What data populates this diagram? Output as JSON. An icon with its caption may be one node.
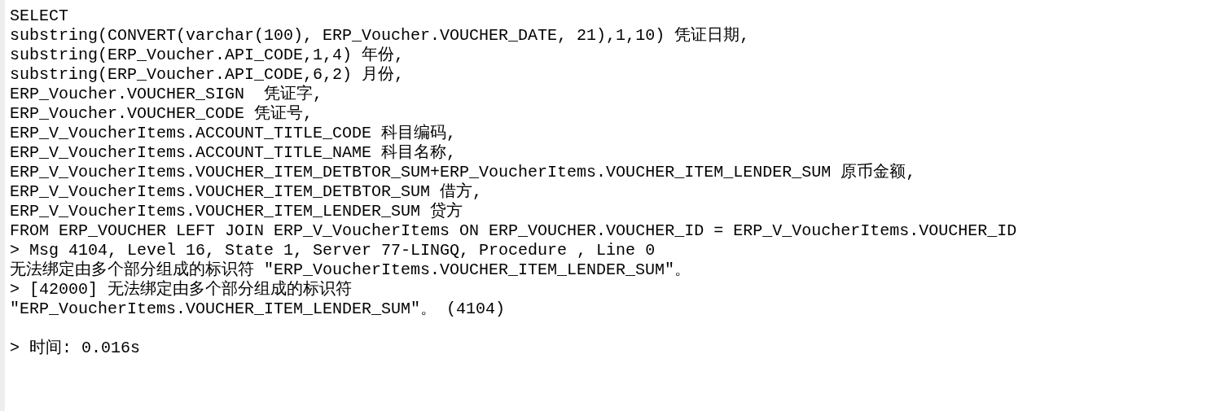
{
  "diagram": {
    "labels": [
      "SELECT",
      "substring(CONVERT(varchar(100), ERP_Voucher.VOUCHER_DATE, 21),1,10) 凭证日期,",
      "substring(ERP_Voucher.API_CODE,1,4) 年份,",
      "substring(ERP_Voucher.API_CODE,6,2) 月份,",
      "ERP_Voucher.VOUCHER_SIGN  凭证字,",
      "ERP_Voucher.VOUCHER_CODE 凭证号,",
      "ERP_V_VoucherItems.ACCOUNT_TITLE_CODE 科目编码,",
      "ERP_V_VoucherItems.ACCOUNT_TITLE_NAME 科目名称,",
      "ERP_V_VoucherItems.VOUCHER_ITEM_DETBTOR_SUM+ERP_VoucherItems.VOUCHER_ITEM_LENDER_SUM 原币金额,",
      "ERP_V_VoucherItems.VOUCHER_ITEM_DETBTOR_SUM 借方,",
      "ERP_V_VoucherItems.VOUCHER_ITEM_LENDER_SUM 贷方",
      "FROM ERP_VOUCHER LEFT JOIN ERP_V_VoucherItems ON ERP_VOUCHER.VOUCHER_ID = ERP_V_VoucherItems.VOUCHER_ID",
      "> Msg 4104, Level 16, State 1, Server 77-LINGQ, Procedure , Line 0",
      "无法绑定由多个部分组成的标识符 \"ERP_VoucherItems.VOUCHER_ITEM_LENDER_SUM\"。",
      "> [42000] 无法绑定由多个部分组成的标识符",
      "\"ERP_VoucherItems.VOUCHER_ITEM_LENDER_SUM\"。 (4104)",
      "> 时间: 0.016s"
    ]
  }
}
